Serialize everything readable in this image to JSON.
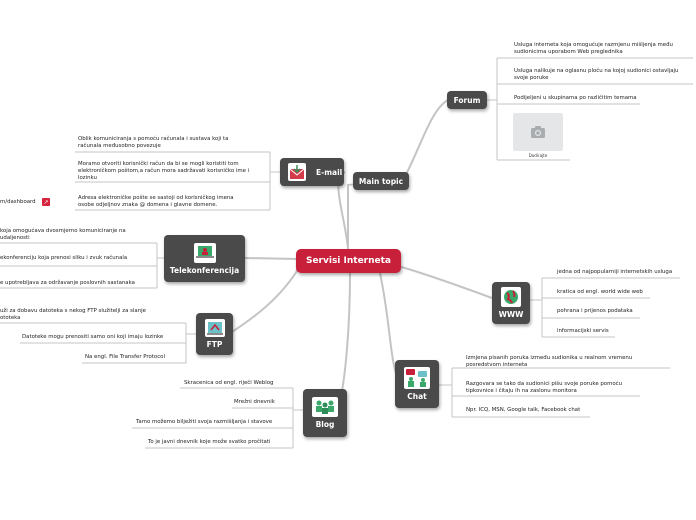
{
  "central": {
    "label": "Servisi Interneta"
  },
  "main_topic": {
    "label": "Main topic"
  },
  "forum": {
    "label": "Forum",
    "leaves": [
      [
        "Usluga interneta koja omogućuje razmjenu mišljenja među",
        "sudionicima uporabom Web preglednika"
      ],
      [
        "Usluga nalikuje na oglasnu ploču na kojoj sudionici ostavljaju",
        "svoje poruke"
      ],
      [
        "Podijeljeni u skupinama po različitim temama"
      ]
    ],
    "image_caption": "Dodirajte"
  },
  "email": {
    "label": "E-mail",
    "leaves": [
      [
        "Oblik komuniciranja s pomoću računala i sustava koji ta",
        "računala međusobno povezuje"
      ],
      [
        "Moramo otvoriti korisnički račun da bi se mogli koristiti tom",
        "elektroničkom poštom,a račun mora sadržavati korisničko ime i",
        "lozinku"
      ],
      [
        "Adresa elektroničke pošte se sastoji od korisničkog imena",
        "osobe odjeljnov znaka @ domena i glavne domene."
      ]
    ],
    "link_label": "m/dashboard"
  },
  "telekonferencija": {
    "label": "Telekonferencija",
    "leaves": [
      [
        "koja omogućava dvosmjerno komuniciranje na",
        "udaljenosti"
      ],
      [
        "ekonferenciju koja prenosi sliku i zvuk računala"
      ],
      [
        "e upotrebljava za održavanje poslovnih sastanaka"
      ]
    ]
  },
  "ftp": {
    "label": "FTP",
    "leaves": [
      [
        "uži za dobavu datoteka s nekog FTP služitelji za slanje",
        "ototeka"
      ],
      [
        "Datoteke mogu prenositi samo oni koji imaju lozinke"
      ],
      [
        "Na engl. File Transfer Protocol"
      ]
    ]
  },
  "blog": {
    "label": "Blog",
    "leaves": [
      [
        "Skracenica od engl. riječi Weblog"
      ],
      [
        "Mrežni dnevnik"
      ],
      [
        "Tamo možemo bilježiti svoja razmišljanja i stavove"
      ],
      [
        "To je javni dnevnik koje može svatko pročitati"
      ]
    ]
  },
  "www": {
    "label": "WWW",
    "leaves": [
      [
        "jedna od najpopularniji internetskih usluga"
      ],
      [
        "kratica od engl. world wide web"
      ],
      [
        "pohrana i prijenos podataka"
      ],
      [
        "informacijski servis"
      ]
    ]
  },
  "chat": {
    "label": "Chat",
    "leaves": [
      [
        "Izmjena pisanih poruka između sudionika u realnom vremenu",
        "posredstvom interneta"
      ],
      [
        "Razgovara se tako da sudionici pišu svoje poruke pomoću",
        "tipkovnice i čitaju ih na zaslonu monitora"
      ],
      [
        "Npr. ICQ, MSN, Google talk, Facebook chat"
      ]
    ]
  },
  "colors": {
    "central": "#c8203a",
    "node": "#4a4a4a",
    "link": "#b8b8b8"
  }
}
